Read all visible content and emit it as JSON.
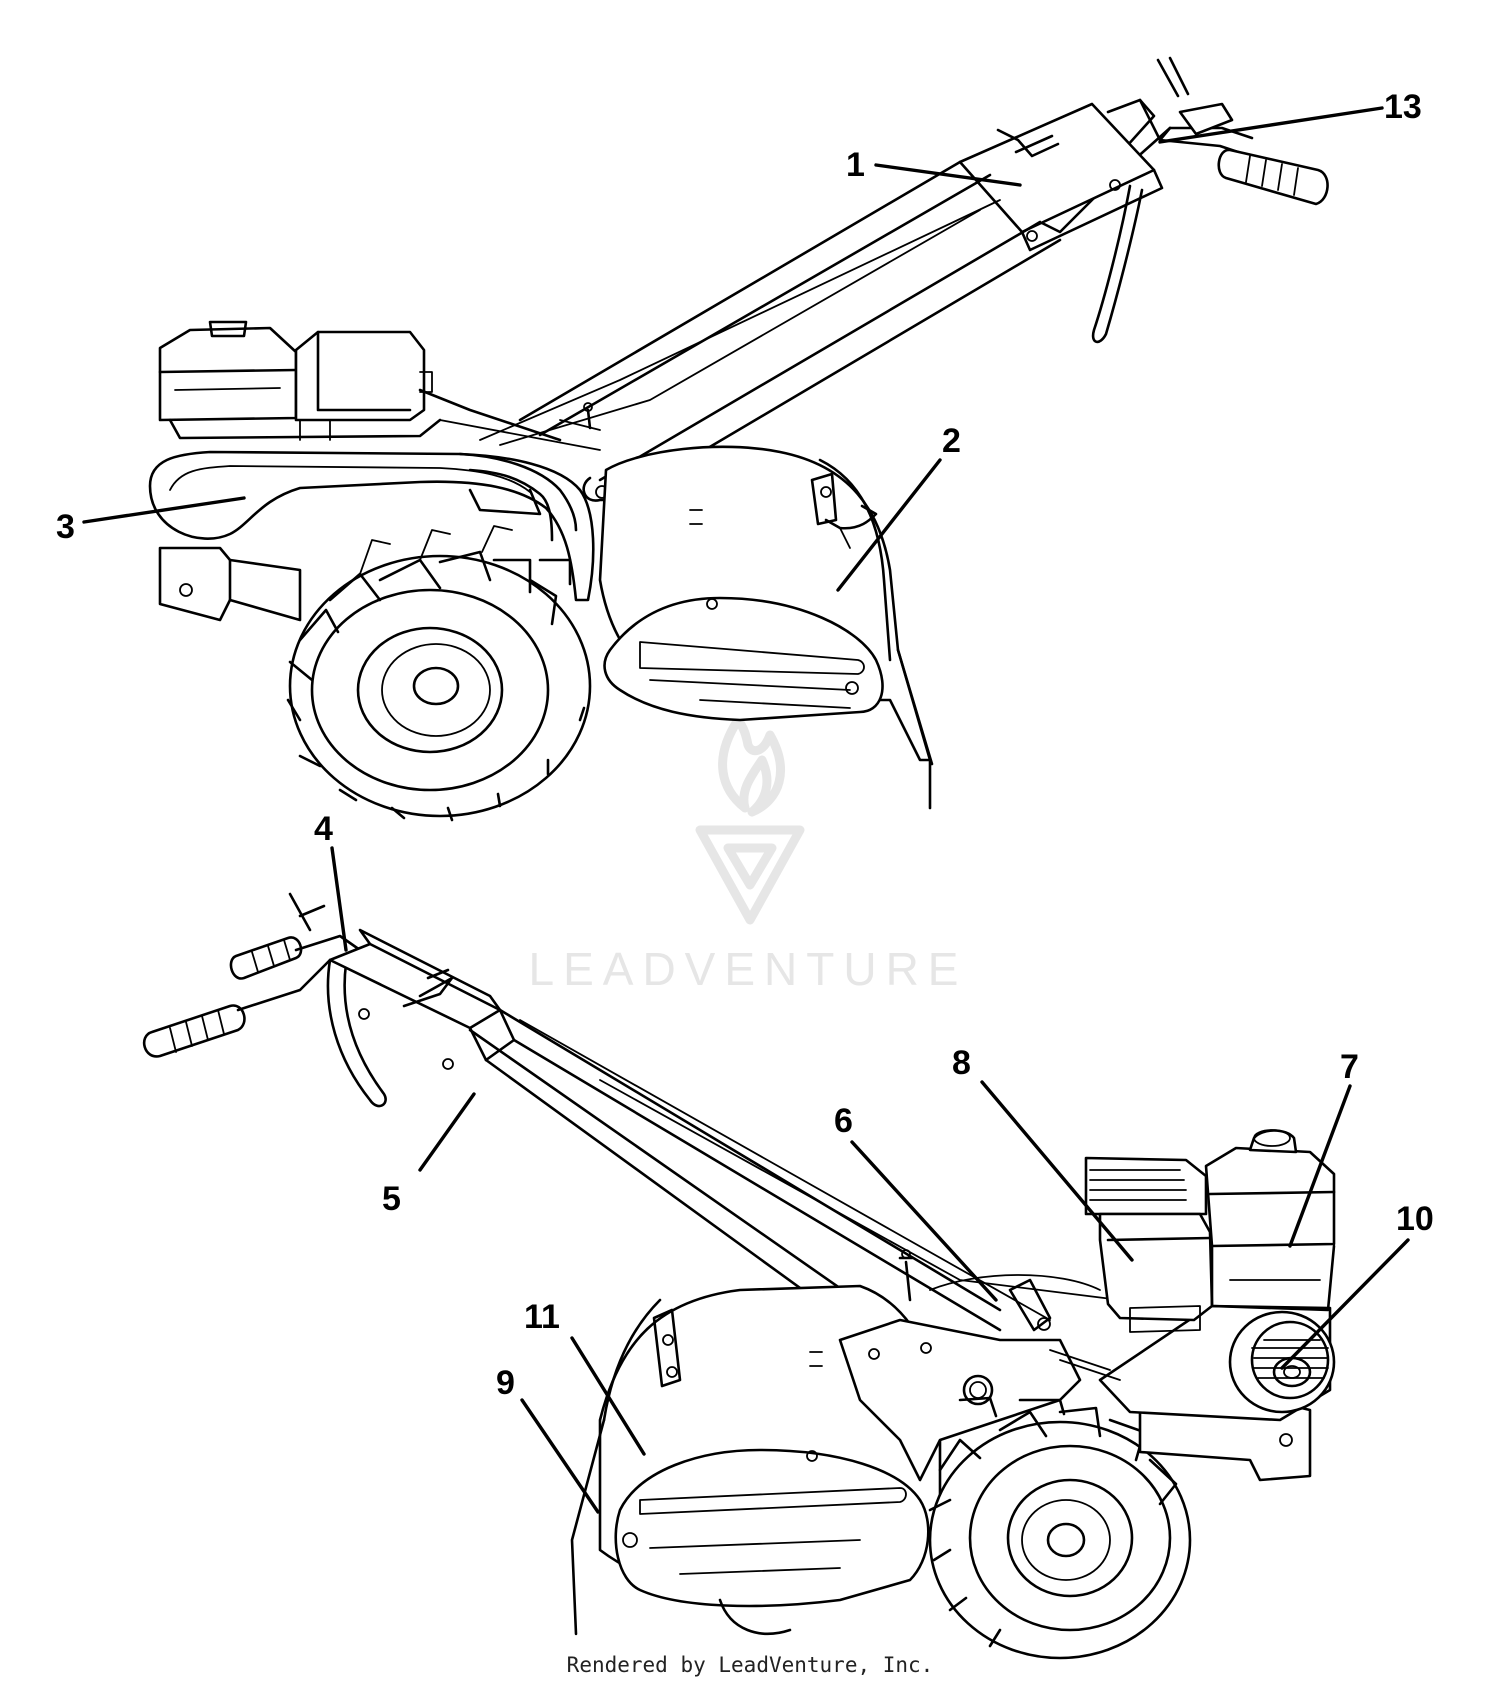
{
  "callouts": [
    {
      "id": "1",
      "label": "1"
    },
    {
      "id": "2",
      "label": "2"
    },
    {
      "id": "3",
      "label": "3"
    },
    {
      "id": "4",
      "label": "4"
    },
    {
      "id": "5",
      "label": "5"
    },
    {
      "id": "6",
      "label": "6"
    },
    {
      "id": "7",
      "label": "7"
    },
    {
      "id": "8",
      "label": "8"
    },
    {
      "id": "9",
      "label": "9"
    },
    {
      "id": "10",
      "label": "10"
    },
    {
      "id": "11",
      "label": "11"
    },
    {
      "id": "13",
      "label": "13"
    }
  ],
  "watermark": {
    "text": "LEADVENTURE"
  },
  "footer": {
    "text": "Rendered by LeadVenture, Inc."
  }
}
